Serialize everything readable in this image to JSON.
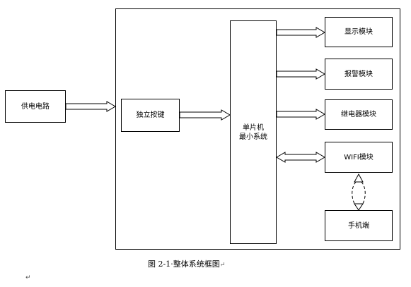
{
  "diagram": {
    "power": "供电电路",
    "button": "独立按键",
    "mcu_line1": "单片机",
    "mcu_line2": "最小系统",
    "display": "显示模块",
    "alarm": "报警模块",
    "relay": "继电器模块",
    "wifi": "WIFI模块",
    "phone": "手机端",
    "caption": "图 2-1·整体系统框图",
    "para_mark": "↵"
  }
}
